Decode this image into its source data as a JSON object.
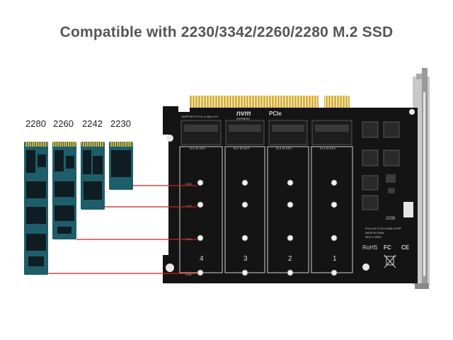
{
  "title": "Compatible with 2230/3342/2260/2280 M.2 SSD",
  "ssd_sizes": [
    "2280",
    "2260",
    "2242",
    "2230"
  ],
  "slot_numbers": [
    "4",
    "3",
    "2",
    "1"
  ],
  "board": {
    "brand_top": "nvm",
    "brand_sub": "EXPRESS",
    "pcie_text": "PCIe",
    "support_text": "SUPPORT PCI-E 4.0&3.0 X4",
    "key_label": "M.2 M KEY",
    "mount_labels": [
      "2230",
      "2242",
      "2260",
      "2280"
    ],
    "rev_text": "REV2.1 22814",
    "desc_text": "PCIe X16 TO M.2 NVME 4PORT",
    "made_text": "MADE IN CHINA",
    "rohs": "RoHS",
    "fc": "FC",
    "ce": "CE",
    "code": "2205"
  },
  "colors": {
    "pcb": "#141414",
    "ssd": "#1e5e6a",
    "gold": "#d9b23b",
    "callout": "#cc2222",
    "bracket": "#b8b8b8"
  }
}
